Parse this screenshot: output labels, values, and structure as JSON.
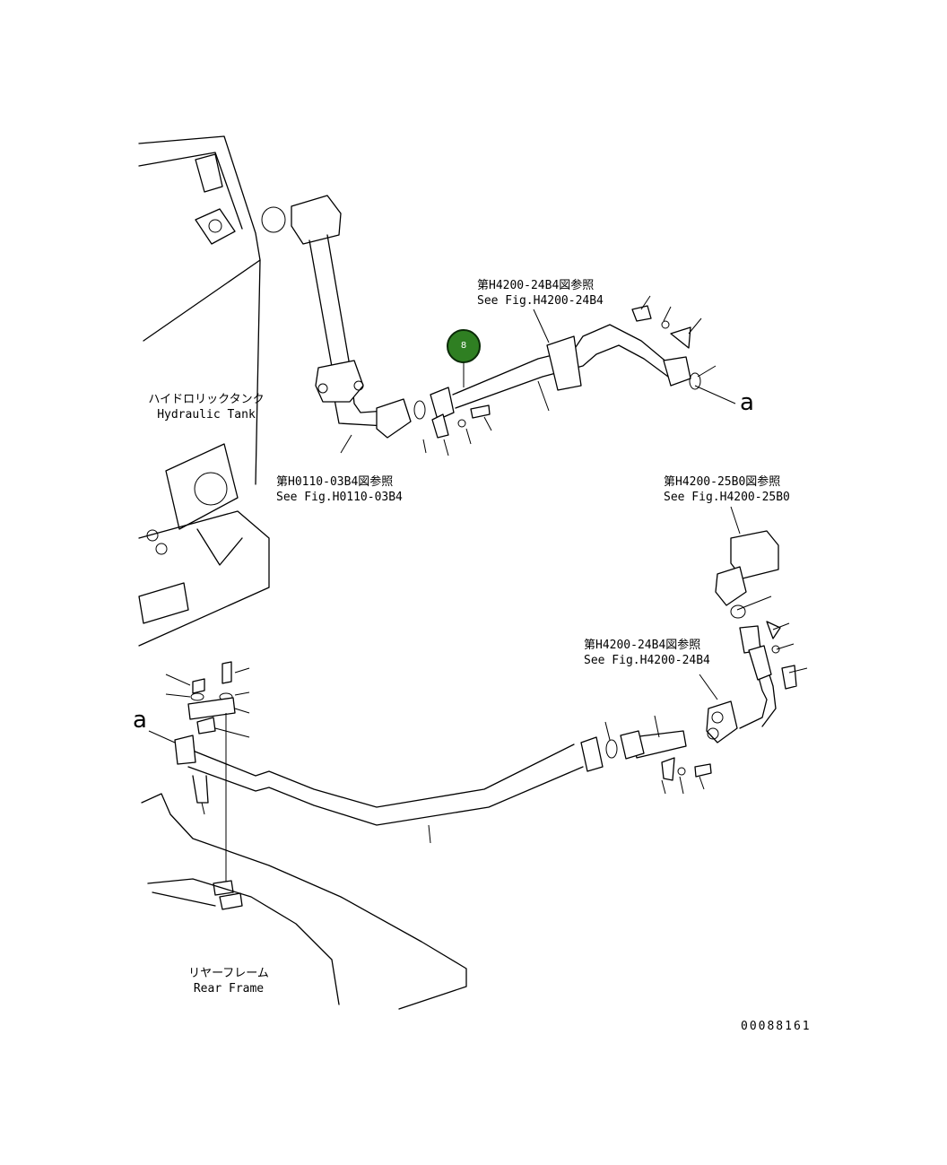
{
  "labels": {
    "hydraulic_tank_jp": "ハイドロリックタンク",
    "hydraulic_tank_en": "Hydraulic Tank",
    "ref_top_jp": "第H4200-24B4図参照",
    "ref_top_en": "See Fig.H4200-24B4",
    "ref_left_jp": "第H0110-03B4図参照",
    "ref_left_en": "See Fig.H0110-03B4",
    "ref_right_jp": "第H4200-25B0図参照",
    "ref_right_en": "See Fig.H4200-25B0",
    "ref_mid_jp": "第H4200-24B4図参照",
    "ref_mid_en": "See Fig.H4200-24B4",
    "rear_frame_jp": "リヤーフレーム",
    "rear_frame_en": "Rear Frame",
    "marker_a_right": "a",
    "marker_a_left": "a",
    "drawing_number": "00088161"
  },
  "badge": {
    "number": "8",
    "color": "#2f7f22"
  }
}
